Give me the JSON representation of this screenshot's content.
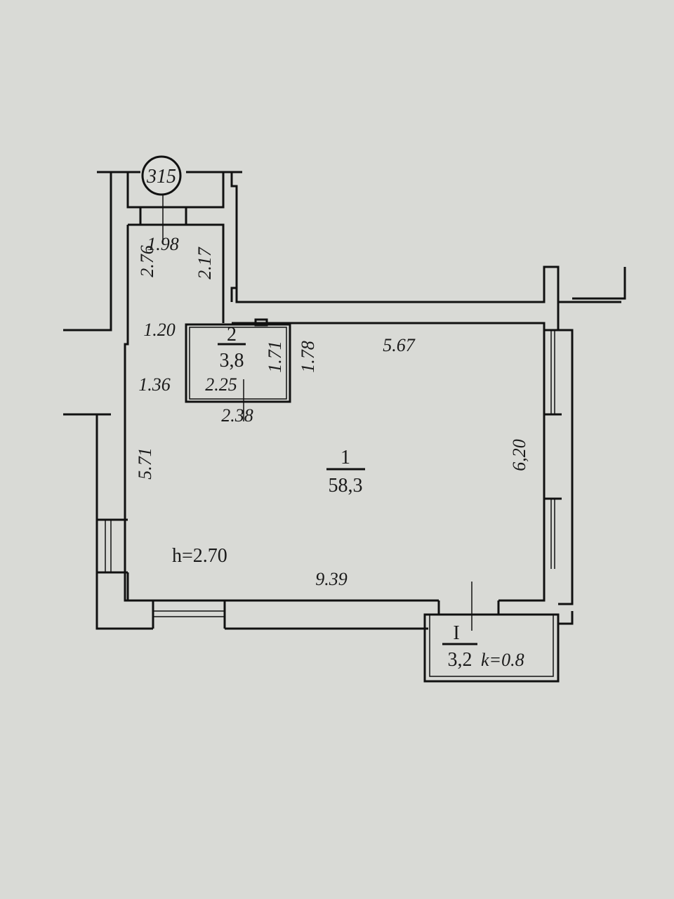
{
  "plan": {
    "unit_number": "315",
    "ceiling_height": "h=2.70",
    "rooms": [
      {
        "number": "1",
        "area": "58,3"
      },
      {
        "number": "2",
        "area": "3,8"
      },
      {
        "number": "I",
        "area": "3,2",
        "coefficient": "k=0.8"
      }
    ],
    "dimensions": {
      "corridor_width": "1.98",
      "corridor_left": "2.76",
      "corridor_right": "2.17",
      "left_upper": "1.20",
      "left_middle": "1.36",
      "left_lower": "5.71",
      "bath_height": "1.71",
      "bath_outer_height": "1.78",
      "bath_width_inner": "2.25",
      "bath_width": "2.38",
      "top_right": "5.67",
      "right": "6,20",
      "bottom": "9.39"
    }
  }
}
